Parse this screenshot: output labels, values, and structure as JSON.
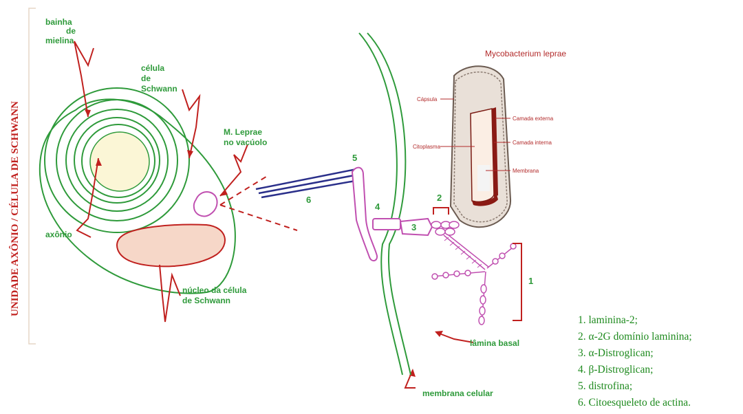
{
  "labels": {
    "vertical_title": "UNIDADE AXÔNIO / CÉLULA DE SCHWANN",
    "bainha": [
      "bainha",
      "de",
      "mielina"
    ],
    "celula": [
      "célula",
      "de",
      "Schwann"
    ],
    "mleprae": [
      "M. Leprae",
      "no vacúolo"
    ],
    "axonio": "axônio",
    "nucleo": [
      "núcleo da célula",
      "de Schwann"
    ],
    "mycobacterium": "Mycobacterium leprae",
    "capsula": "Cápsula",
    "citoplasma": "Citoplasma",
    "camada_externa": "Camada externa",
    "camada_interna": "Camada interna",
    "membrana": "Membrana",
    "lamina_basal": "lâmina basal",
    "membrana_celular": "membrana celular",
    "num1": "1",
    "num2": "2",
    "num3": "3",
    "num4": "4",
    "num5": "5",
    "num6": "6"
  },
  "legend": [
    "1.  laminina-2;",
    "2.  α-2G domínio laminina;",
    "3.  α-Distroglican;",
    "4.  β-Distroglican;",
    "5.  distrofina;",
    "6.  Citoesqueleto de actina."
  ],
  "colors": {
    "green": "#2e9a3a",
    "red": "#c0201e",
    "purple": "#c04fb0",
    "navy": "#2a2f8a",
    "nucleus": "#f6d7c8",
    "axon": "#fbf6d6"
  }
}
